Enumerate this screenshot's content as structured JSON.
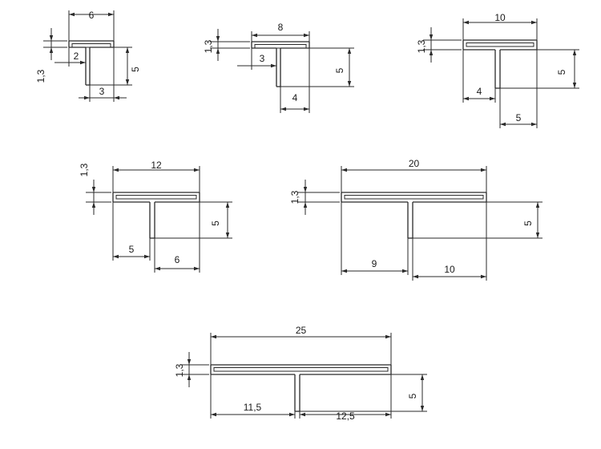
{
  "profiles": [
    {
      "id": "p6",
      "width": "6",
      "thickness": "1,3",
      "height": "5",
      "left": "2",
      "right": "3"
    },
    {
      "id": "p8",
      "width": "8",
      "thickness": "1,3",
      "height": "5",
      "left": "3",
      "right": "4"
    },
    {
      "id": "p10",
      "width": "10",
      "thickness": "1,3",
      "height": "5",
      "left": "4",
      "right": "5"
    },
    {
      "id": "p12",
      "width": "12",
      "thickness": "1,3",
      "height": "5",
      "left": "5",
      "right": "6"
    },
    {
      "id": "p20",
      "width": "20",
      "thickness": "1,3",
      "height": "5",
      "left": "9",
      "right": "10"
    },
    {
      "id": "p25",
      "width": "25",
      "thickness": "1,3",
      "height": "5",
      "left": "11,5",
      "right": "12,5"
    }
  ],
  "colors": {
    "line": "#2a2a2a",
    "text": "#1a1a1a",
    "background": "#ffffff"
  }
}
